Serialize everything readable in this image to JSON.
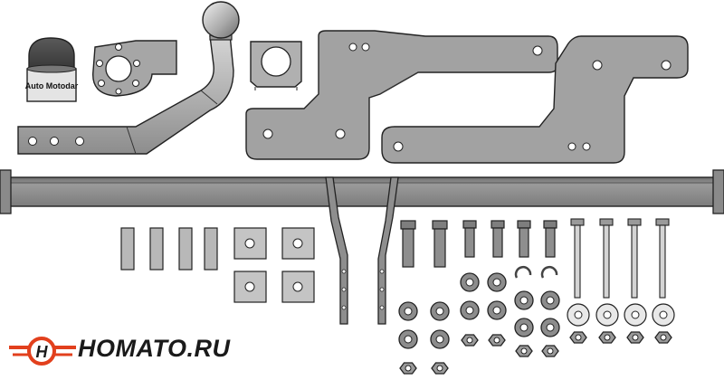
{
  "brand": {
    "name": "Homato.ru",
    "display_text": "HOMATO.RU",
    "logo_mark_letter": "H",
    "accent_color": "#e2401d",
    "text_color": "#1a1a1a"
  },
  "cap": {
    "label": "Auto Motodar"
  },
  "colors": {
    "metal_fill": "#9a9a9a",
    "metal_light": "#c8c8c8",
    "metal_dark": "#6e6e6e",
    "outline": "#222222",
    "washer_fill": "#8c8c8c"
  },
  "icons": {
    "tow_ball": "tow-ball-icon",
    "ball_cap": "ball-cap-icon",
    "socket_plate": "socket-plate-icon",
    "bracket": "bracket-icon",
    "bolt": "bolt-icon",
    "nut": "nut-icon",
    "washer": "washer-icon"
  }
}
